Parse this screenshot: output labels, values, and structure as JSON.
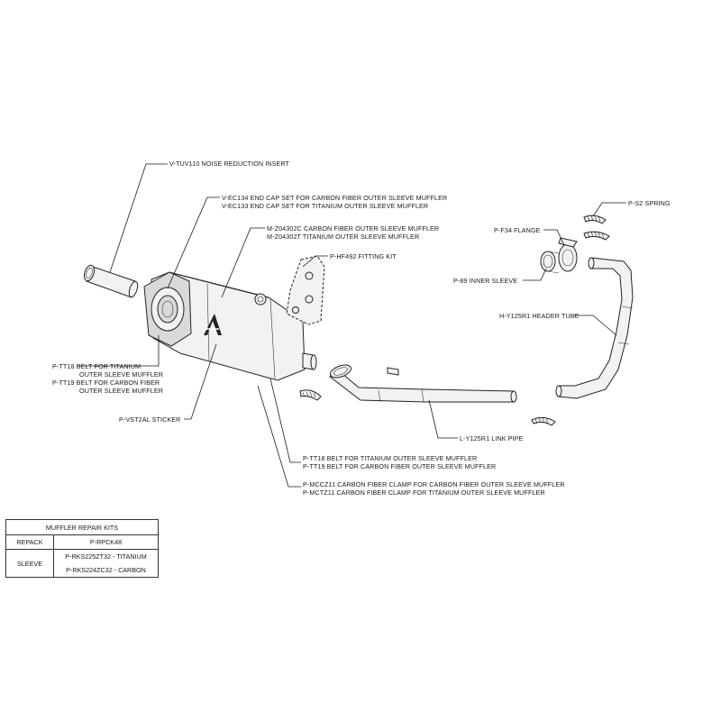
{
  "labels": {
    "noise_insert": "V-TUV110 NOISE REDUCTION INSERT",
    "end_cap_1": "V-EC134  END CAP SET FOR CARBON FIBER OUTER SLEEVE MUFFLER",
    "end_cap_2": "V-EC133  END CAP SET FOR TITANIUM OUTER SLEEVE MUFFLER",
    "muffler_1": "M-Z04302C  CARBON FIBER OUTER SLEEVE MUFFLER",
    "muffler_2": "M-Z04302T  TITANIUM OUTER SLEEVE MUFFLER",
    "fitting_kit": "P-HF492 FITTING KIT",
    "spring": "P-S2 SPRING",
    "flange": "P-F34 FLANGE",
    "inner_sleeve": "P-89 INNER SLEEVE",
    "header_tube": "H-Y125R1 HEADER TUBE",
    "belt_left_1": "P-TT18  BELT FOR TITANIUM",
    "belt_left_1b": "OUTER SLEEVE MUFFLER",
    "belt_left_2": "P-TT19  BELT FOR CARBON FIBER",
    "belt_left_2b": "OUTER SLEEVE MUFFLER",
    "sticker": "P-VST2AL STICKER",
    "link_pipe": "L-Y125R1 LINK PIPE",
    "belt_right_1": "P-TT18  BELT FOR TITANIUM OUTER SLEEVE MUFFLER",
    "belt_right_2": "P-TT19  BELT FOR CARBON FIBER OUTER SLEEVE MUFFLER",
    "clamp_1": "P-MCCZ11  CARBON FIBER CLAMP FOR CARBON FIBER OUTER SLEEVE MUFFLER",
    "clamp_2": "P-MCTZ11  CARBON FIBER CLAMP FOR TITANIUM OUTER SLEEVE MUFFLER"
  },
  "repair_kits": {
    "title": "MUFFLER REPAIR KITS",
    "repack_label": "REPACK",
    "repack_value": "P-RPCK48",
    "sleeve_label": "SLEEVE",
    "sleeve_values": [
      "P-RKS225ZT32 - TITANIUM",
      "P-RKS224ZC32 - CARBON"
    ]
  }
}
